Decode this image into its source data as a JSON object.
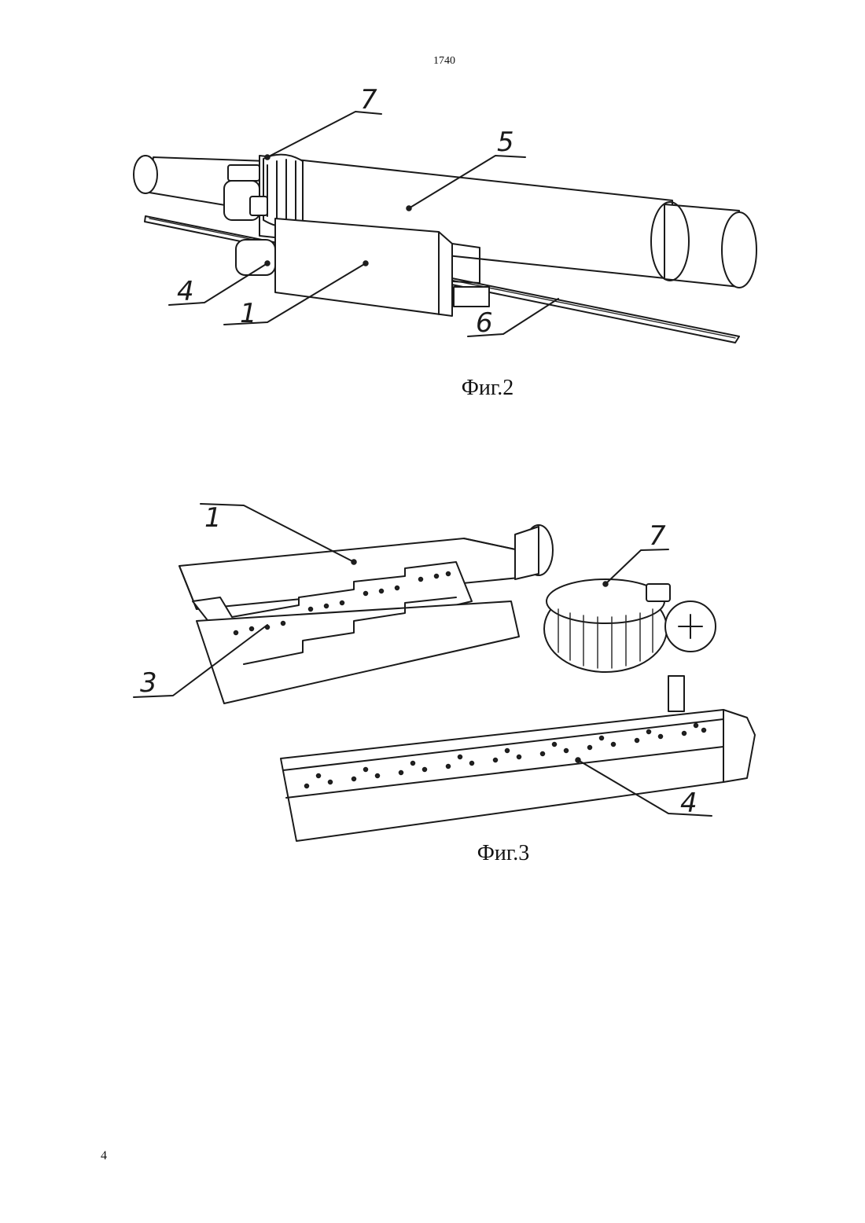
{
  "header": {
    "doc_number": "1740"
  },
  "footer": {
    "page_number": "4"
  },
  "figures": [
    {
      "id": "fig2",
      "caption": "Фиг.2",
      "labels": {
        "l7": "7",
        "l5": "5",
        "l4": "4",
        "l1": "1",
        "l6": "6"
      }
    },
    {
      "id": "fig3",
      "caption": "Фиг.3",
      "labels": {
        "l1": "1",
        "l7": "7",
        "l3": "3",
        "l4": "4"
      }
    }
  ]
}
